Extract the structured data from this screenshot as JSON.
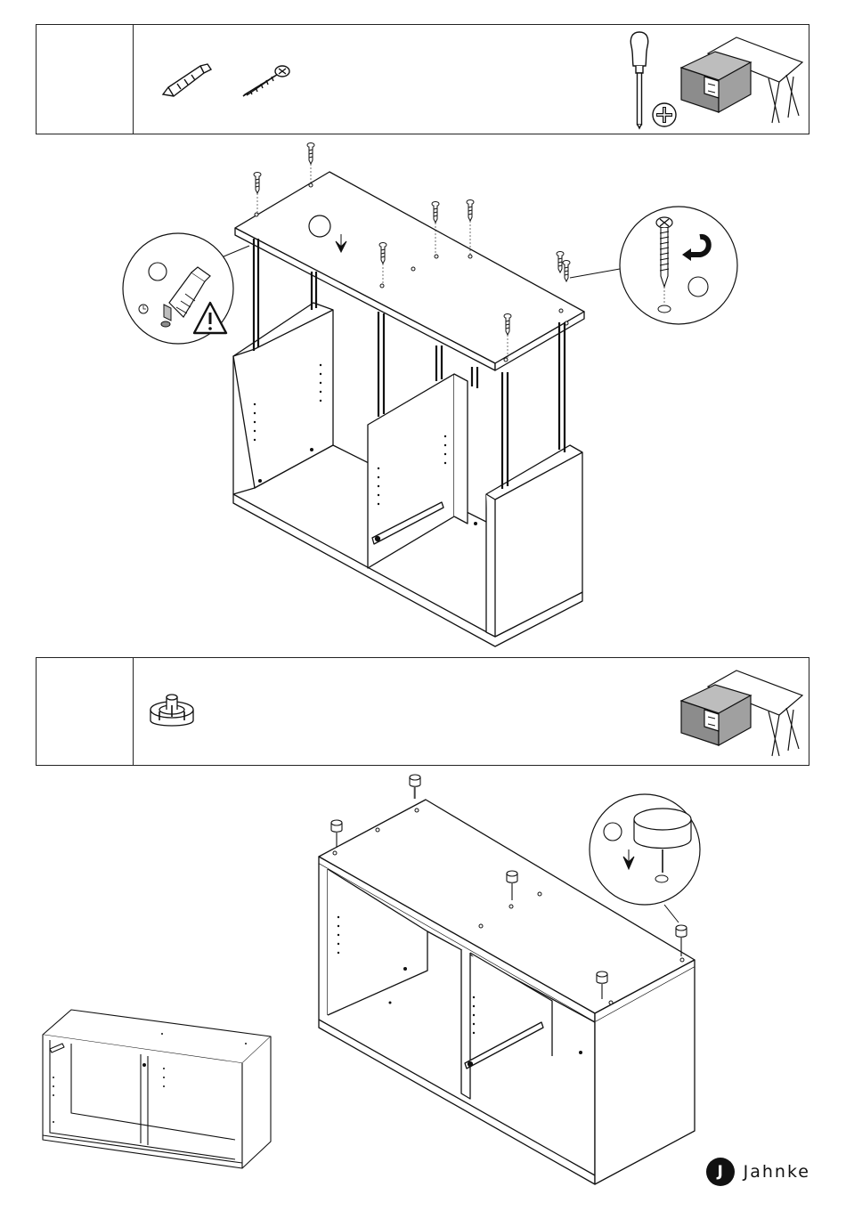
{
  "document": {
    "type": "assembly-instructions",
    "brand": {
      "name": "Jahnke",
      "logo_text": "Jahnke",
      "mark_glyph": "J"
    },
    "colors": {
      "line": "#111111",
      "panel_gray": "#8c8c8c",
      "accent_gray": "#bdbdbd"
    },
    "steps": [
      {
        "parts": [
          "dowel-icon",
          "screw-icon"
        ],
        "tools": [
          "screwdriver-icon",
          "phillips-head-icon"
        ],
        "preview": "desk-with-cabinet-icon",
        "callouts": [
          "dowel-insert-detail",
          "warning-icon",
          "screw-drive-detail"
        ]
      },
      {
        "parts": [
          "glide-foot-icon"
        ],
        "preview": "desk-with-cabinet-icon",
        "callouts": [
          "foot-press-detail"
        ]
      }
    ]
  }
}
